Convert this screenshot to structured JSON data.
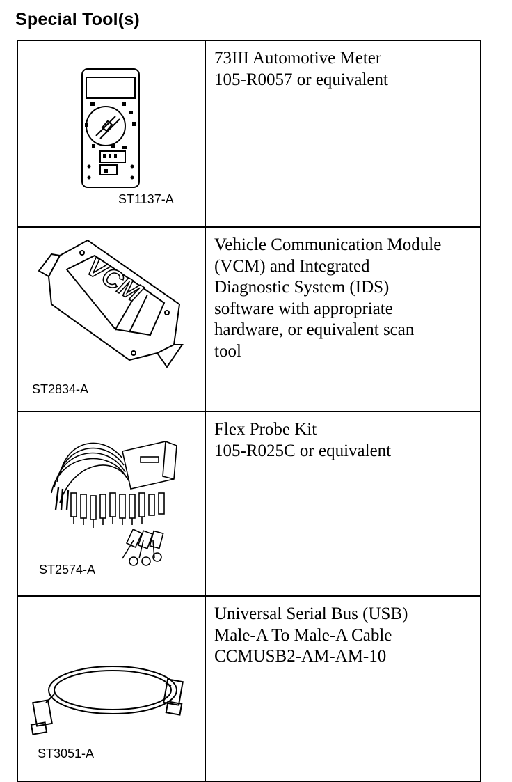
{
  "page_title": "Special Tool(s)",
  "tools": [
    {
      "code": "ST1137-A",
      "lines": [
        "73III Automotive Meter",
        "105-R0057 or equivalent"
      ],
      "icon": "multimeter-icon"
    },
    {
      "code": "ST2834-A",
      "lines": [
        "Vehicle Communication Module",
        "(VCM) and Integrated",
        "Diagnostic System (IDS)",
        "software with appropriate",
        "hardware, or equivalent scan",
        "tool"
      ],
      "icon": "vcm-device-icon",
      "device_label": "VCM"
    },
    {
      "code": "ST2574-A",
      "lines": [
        "Flex Probe Kit",
        "105-R025C or equivalent"
      ],
      "icon": "flex-probe-kit-icon"
    },
    {
      "code": "ST3051-A",
      "lines": [
        "Universal Serial Bus (USB)",
        "Male-A To Male-A Cable",
        "CCMUSB2-AM-AM-10"
      ],
      "icon": "usb-cable-icon"
    }
  ]
}
